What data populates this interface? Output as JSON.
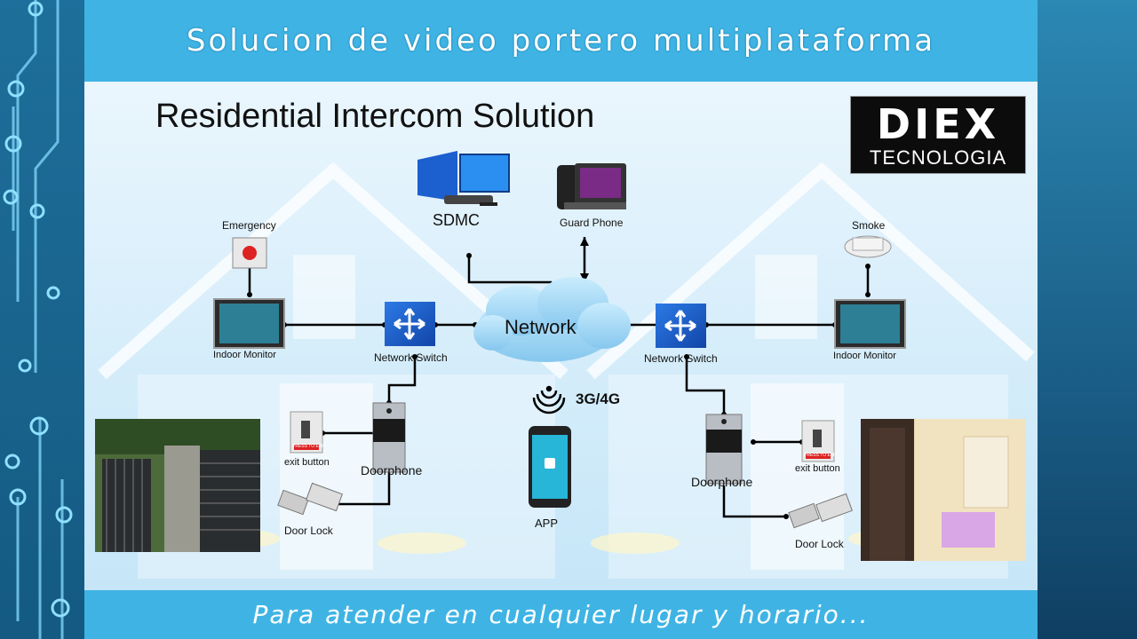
{
  "banner": {
    "top": "Solucion de video portero multiplataforma",
    "bottom": "Para atender en cualquier lugar y horario..."
  },
  "diagram": {
    "title": "Residential Intercom Solution",
    "logo": {
      "big": "DIEX",
      "small": "TECNOLOGIA"
    },
    "labels": {
      "sdmc": "SDMC",
      "guard_phone": "Guard Phone",
      "emergency": "Emergency",
      "smoke": "Smoke",
      "network": "Network",
      "indoor_monitor_left": "Indoor Monitor",
      "indoor_monitor_right": "Indoor Monitor",
      "switch_left": "Network Switch",
      "switch_right": "Network Switch",
      "mobile": "3G/4G",
      "app": "APP",
      "doorphone_left": "Doorphone",
      "doorphone_right": "Doorphone",
      "exit_left": "exit button",
      "exit_right": "exit button",
      "lock_left": "Door Lock",
      "lock_right": "Door Lock",
      "exit_sign": "PRESS TO EXIT"
    }
  },
  "colors": {
    "banner": "#3fb4e4",
    "switch": "#1f5fc7",
    "cloud": "#9ed4f3",
    "line": "#000000"
  }
}
